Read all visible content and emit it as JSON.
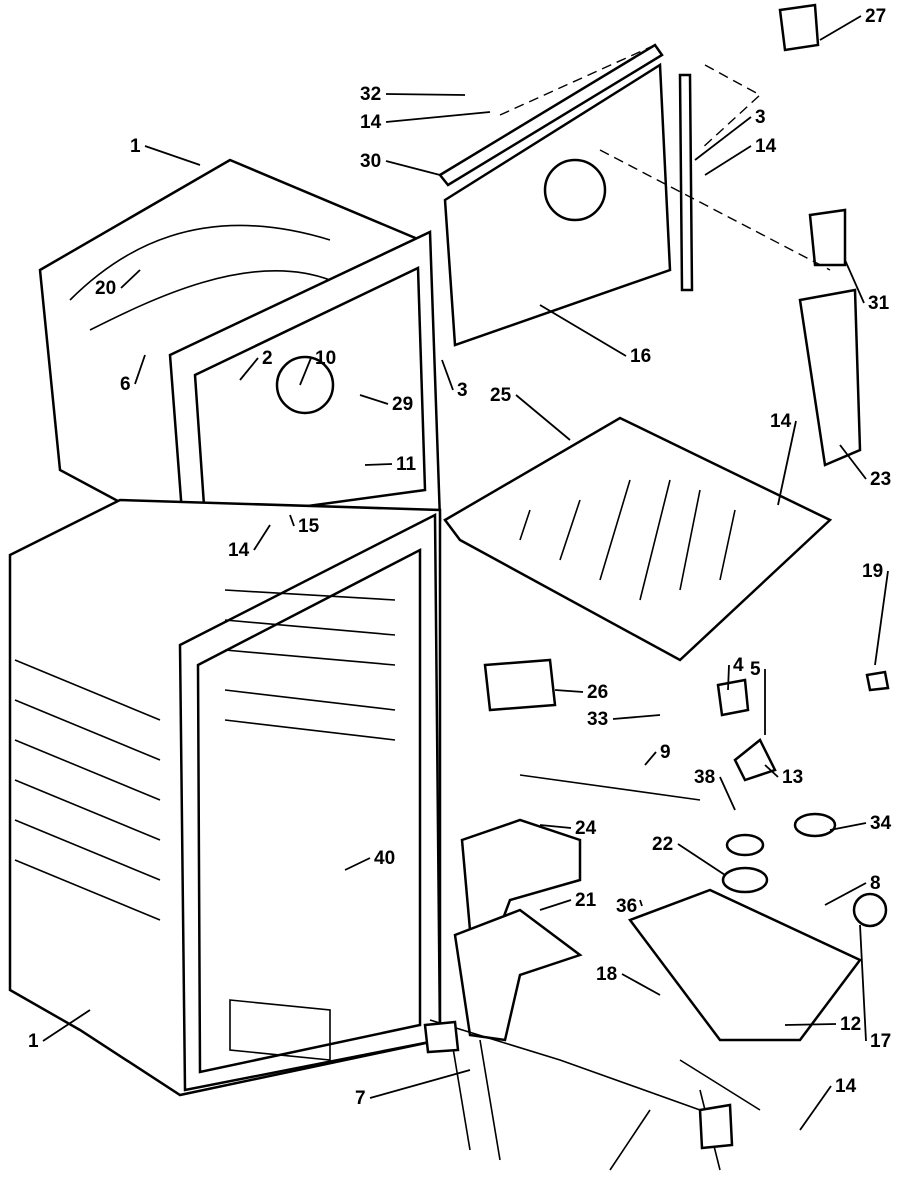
{
  "diagram": {
    "type": "exploded parts diagram",
    "callouts": [
      "27",
      "32",
      "14",
      "3",
      "14",
      "1",
      "30",
      "31",
      "20",
      "16",
      "2",
      "10",
      "6",
      "3",
      "29",
      "25",
      "14",
      "11",
      "23",
      "15",
      "14",
      "19",
      "4",
      "5",
      "26",
      "33",
      "9",
      "13",
      "38",
      "24",
      "34",
      "22",
      "40",
      "8",
      "36",
      "21",
      "18",
      "12",
      "17",
      "1",
      "7",
      "14"
    ]
  }
}
